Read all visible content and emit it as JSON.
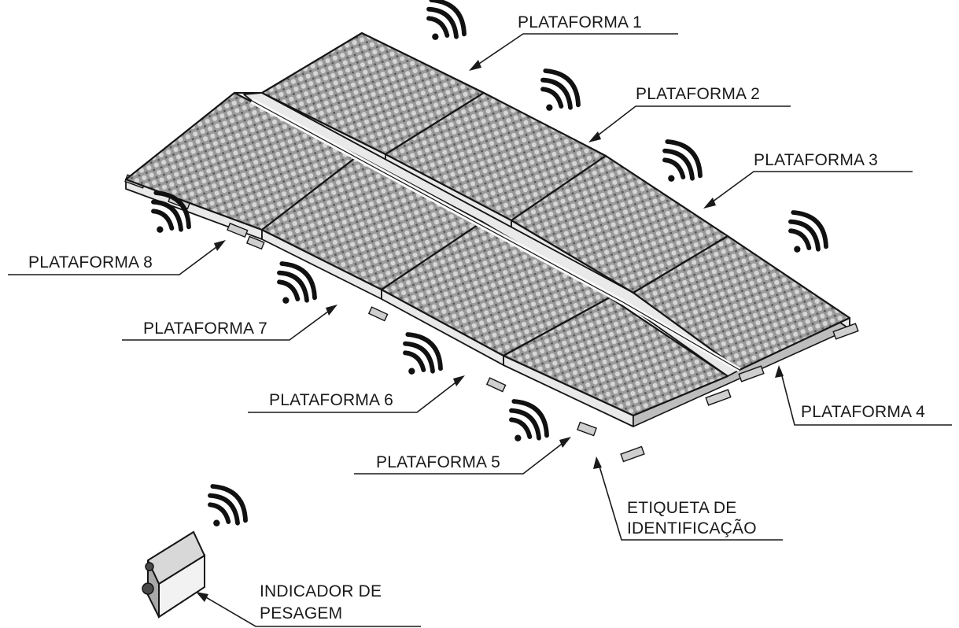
{
  "labels": {
    "plataforma_1": "PLATAFORMA 1",
    "plataforma_2": "PLATAFORMA 2",
    "plataforma_3": "PLATAFORMA 3",
    "plataforma_4": "PLATAFORMA 4",
    "plataforma_5": "PLATAFORMA 5",
    "plataforma_6": "PLATAFORMA 6",
    "plataforma_7": "PLATAFORMA 7",
    "plataforma_8": "PLATAFORMA 8",
    "etiqueta_line1": "ETIQUETA DE",
    "etiqueta_line2": "IDENTIFICAÇÃO",
    "indicador_line1": "INDICADOR DE",
    "indicador_line2": "PESAGEM"
  },
  "icons": {
    "wireless": "wireless-signal-icon",
    "indicator": "weighing-indicator-icon"
  }
}
